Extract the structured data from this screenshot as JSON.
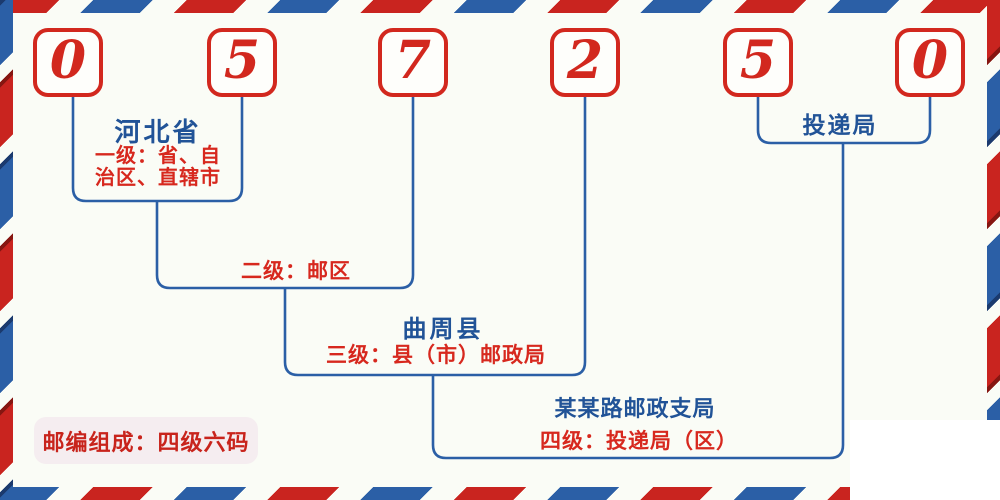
{
  "postal_code": {
    "digits": [
      "0",
      "5",
      "7",
      "2",
      "5",
      "0"
    ]
  },
  "levels": {
    "level1": {
      "region": "河北省",
      "label_lines": [
        "一级：省、自",
        "治区、直辖市"
      ]
    },
    "level2": {
      "label": "二级：邮区"
    },
    "level3": {
      "region": "曲周县",
      "label": "三级：县（市）邮政局"
    },
    "level4": {
      "region": "某某路邮政支局",
      "label": "四级：投递局（区）"
    },
    "delivery": {
      "label": "投递局"
    }
  },
  "badge": {
    "text": "邮编组成：四级六码"
  },
  "colors": {
    "accent_red": "#d2281e",
    "accent_blue": "#2b5fa6",
    "stripe_red": "#c9241f",
    "stripe_blue": "#2b5fa6",
    "badge_background": "#f5edf0",
    "page_background": "#fafcf6"
  }
}
